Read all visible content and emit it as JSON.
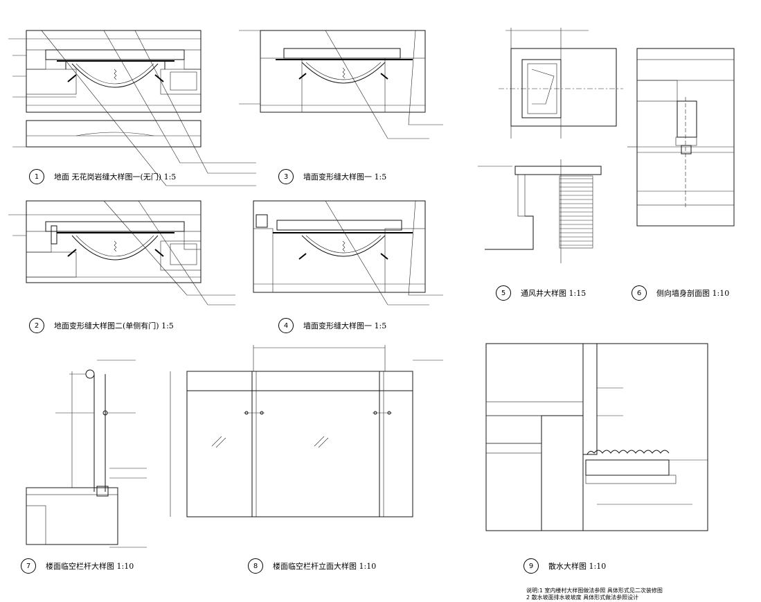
{
  "details": [
    {
      "num": "1",
      "title": "地面 无花岗岩缝大样图一(无门)  1:5"
    },
    {
      "num": "2",
      "title": "地面变形缝大样图二(单侧有门)  1:5"
    },
    {
      "num": "3",
      "title": "墙面变形缝大样图一  1:5"
    },
    {
      "num": "4",
      "title": "墙面变形缝大样图一  1:5"
    },
    {
      "num": "5",
      "title": "通风井大样图  1:15"
    },
    {
      "num": "6",
      "title": "侧向墙身剖面图  1:10"
    },
    {
      "num": "7",
      "title": "楼面临空栏杆大样图  1:10"
    },
    {
      "num": "8",
      "title": "楼面临空栏杆立面大样图  1:10"
    },
    {
      "num": "9",
      "title": "散水大样图  1:10"
    }
  ],
  "notes": {
    "line1": "说明:1  室内楼村大样图做法参照 具体形式见二次装修图",
    "line2": "2  散水坡面排水坡坡度 具体形式做法参照设计"
  },
  "colors": {
    "ink": "#000000",
    "paper": "#ffffff"
  }
}
